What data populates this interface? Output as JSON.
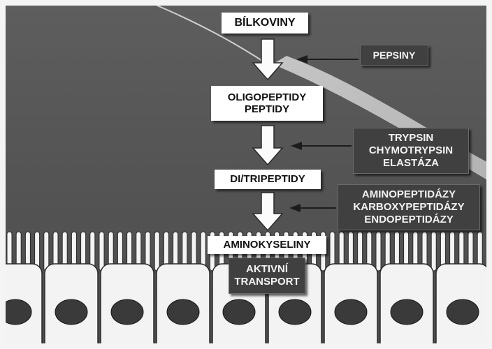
{
  "substrates": [
    {
      "id": "bilkoviny",
      "label": "BÍLKOVINY"
    },
    {
      "id": "oligopeptidy",
      "label": "OLIGOPEPTIDY\nPEPTIDY"
    },
    {
      "id": "ditripeptidy",
      "label": "DI/TRIPEPTIDY"
    },
    {
      "id": "aminokyseliny",
      "label": "AMINOKYSELINY"
    }
  ],
  "enzymes": [
    {
      "id": "pepsiny",
      "label": "PEPSINY"
    },
    {
      "id": "trypsin",
      "label": "TRYPSIN\nCHYMOTRYPSIN\nELASTÁZA"
    },
    {
      "id": "aminopeptidazy",
      "label": "AMINOPEPTIDÁZY\nKARBOXYPEPTIDÁZY\nENDOPEPTIDÁZY"
    }
  ],
  "transport": {
    "label": "AKTIVNÍ\nTRANSPORT"
  },
  "colors": {
    "background": "#585858",
    "substrate_box": "#ffffff",
    "enzyme_box": "#404040",
    "cell_fill": "#f3f3f3",
    "nucleus": "#3a3a3a"
  }
}
